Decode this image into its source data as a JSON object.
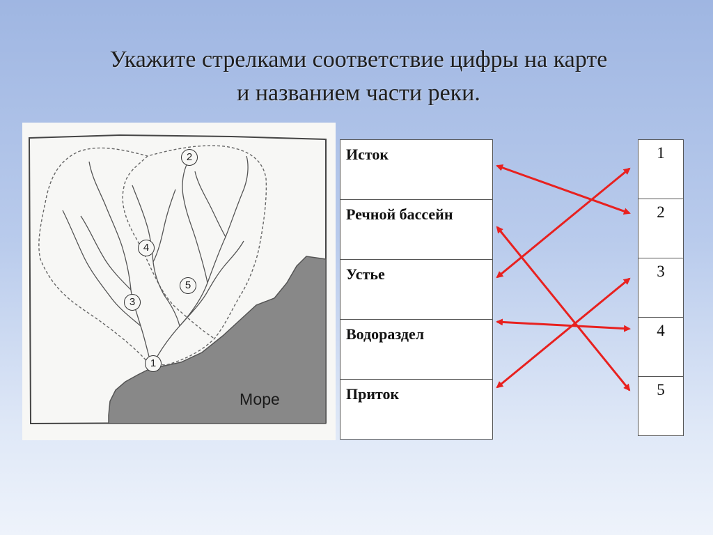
{
  "title": {
    "line1": "Укажите стрелками соответствие цифры на карте",
    "line2": "и названием части реки."
  },
  "map": {
    "sea_label": "Море",
    "markers": [
      "1",
      "2",
      "3",
      "4",
      "5"
    ],
    "colors": {
      "sea": "#888888",
      "river": "#555555",
      "boundary": "#666666"
    }
  },
  "parts": [
    "Исток",
    "Речной бассейн",
    "Устье",
    "Водораздел",
    "Приток"
  ],
  "numbers": [
    "1",
    "2",
    "3",
    "4",
    "5"
  ],
  "matches": [
    {
      "part": "Исток",
      "number": "2"
    },
    {
      "part": "Речной бассейн",
      "number": "5"
    },
    {
      "part": "Устье",
      "number": "1"
    },
    {
      "part": "Водораздел",
      "number": "4"
    },
    {
      "part": "Приток",
      "number": "3"
    }
  ],
  "arrow_color": "#e8211f"
}
